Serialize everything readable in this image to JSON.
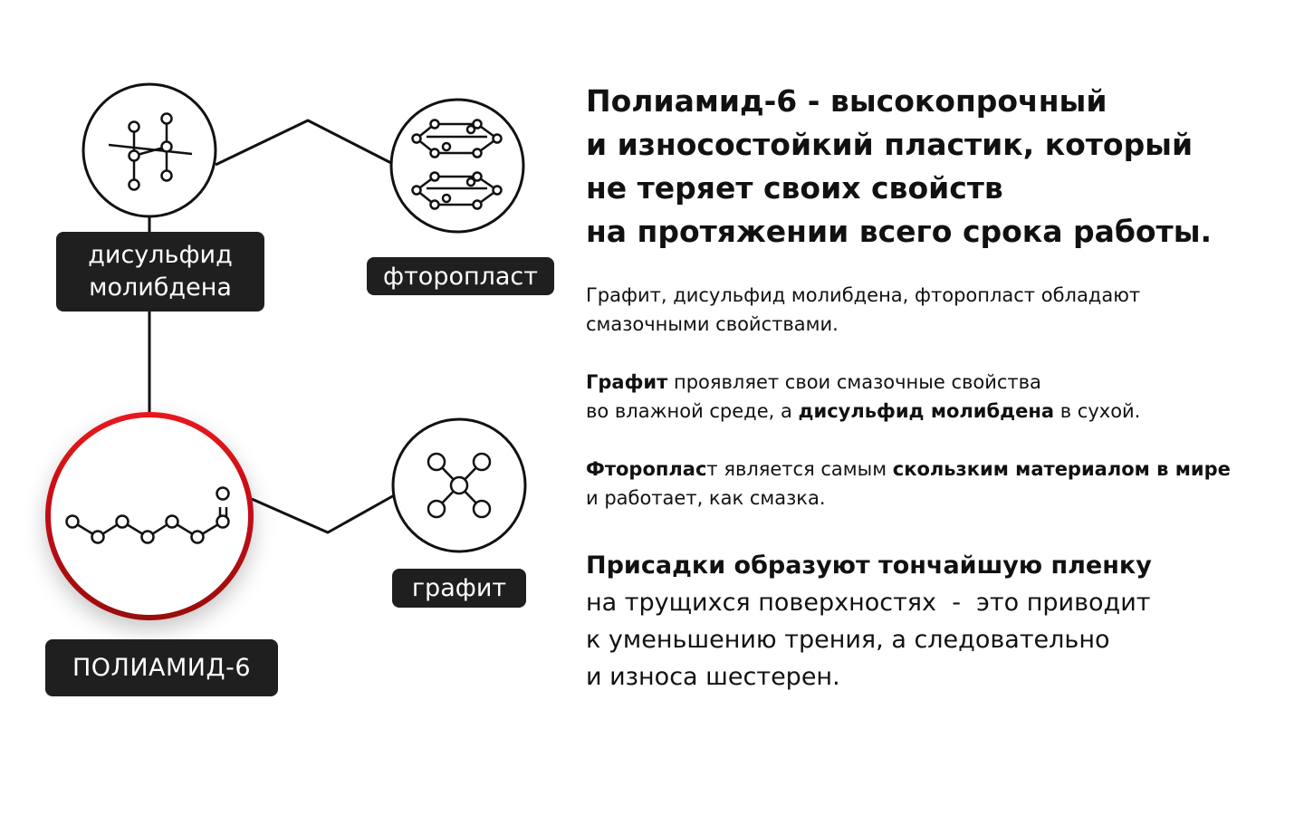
{
  "nodes": {
    "mos2": {
      "label": "дисульфид\nмолибдена",
      "icon": "tetrahedral-molecule-icon"
    },
    "ptfe": {
      "label": "фторопласт",
      "icon": "layered-rings-molecule-icon"
    },
    "graphite": {
      "label": "графит",
      "icon": "branched-molecule-icon"
    },
    "pa6": {
      "label": "ПОЛИАМИД-6",
      "icon": "polymer-chain-molecule-icon"
    }
  },
  "colors": {
    "accent": "#d9141a",
    "accent_dark": "#9a0a0e",
    "tag_bg": "#1f1f1f",
    "text": "#111111"
  },
  "headline": [
    "Полиамид-6 - высокопрочный",
    "и износостойкий пластик, который",
    "не теряет своих свойств",
    "на протяжении всего срока работы."
  ],
  "paragraph1": [
    "Графит, дисульфид молибдена, фторопласт обладают",
    "смазочными свойствами."
  ],
  "paragraph2": {
    "line1_bold": "Графит",
    "line1_rest": " проявляет свои смазочные свойства",
    "line2_start": "во влажной среде, а ",
    "line2_bold": "дисульфид молибдена",
    "line2_end": " в сухой."
  },
  "paragraph3": {
    "line1_bold": "Фтороплас",
    "line1_mid": "т является самым ",
    "line1_bold2": "скользким материалом в мире",
    "line2": "и работает, как смазка."
  },
  "closing": {
    "line1_bold": "Присадки образуют тончайшую пленку",
    "line2": "на трущихся поверхностях  -  это приводит",
    "line3": "к уменьшению трения, а следовательно",
    "line4": "и износа шестерен."
  }
}
